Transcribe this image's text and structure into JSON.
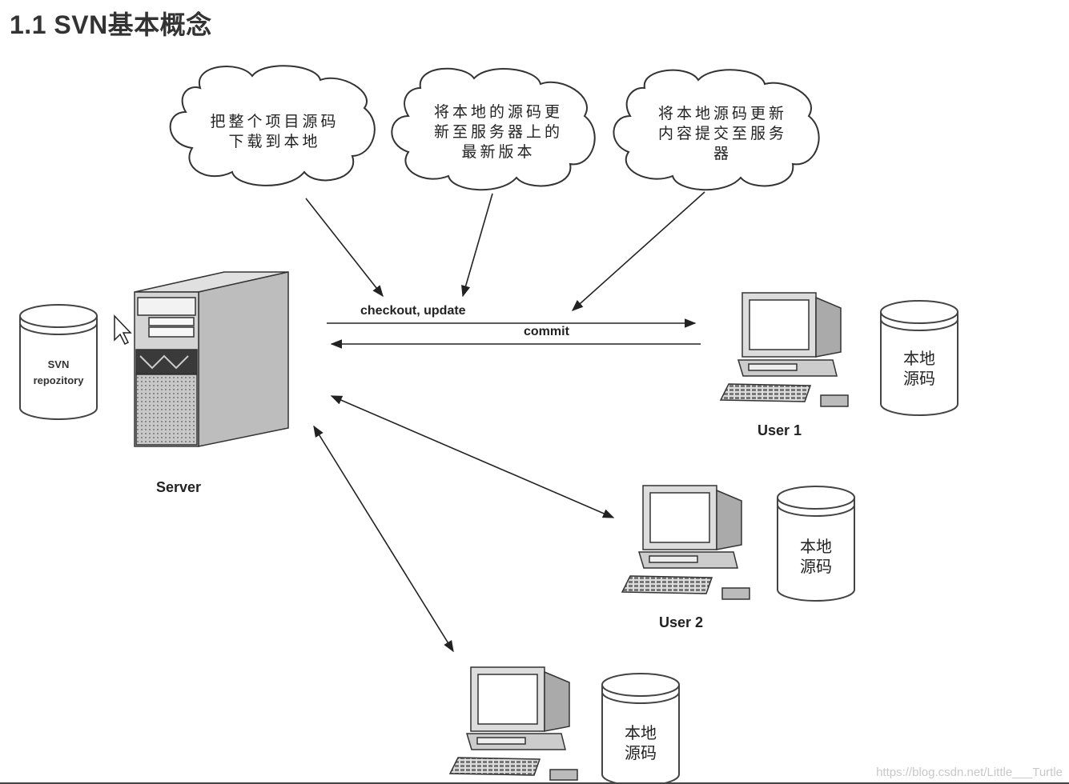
{
  "title": "1.1 SVN基本概念",
  "clouds": [
    {
      "text": "把整个项目源码\n下载到本地"
    },
    {
      "text": "将本地的源码更\n新至服务器上的\n最新版本"
    },
    {
      "text": "将本地源码更新\n内容提交至服务\n器"
    }
  ],
  "arrows": {
    "checkout_update": "checkout, update",
    "commit": "commit"
  },
  "server": {
    "label": "Server",
    "repository_text": "SVN\nrepozitory"
  },
  "users": [
    {
      "label": "User 1",
      "local_text": "本地\n源码"
    },
    {
      "label": "User 2",
      "local_text": "本地\n源码"
    },
    {
      "label": "",
      "local_text": "本地\n源码"
    }
  ],
  "watermark": "https://blog.csdn.net/Little___Turtle"
}
